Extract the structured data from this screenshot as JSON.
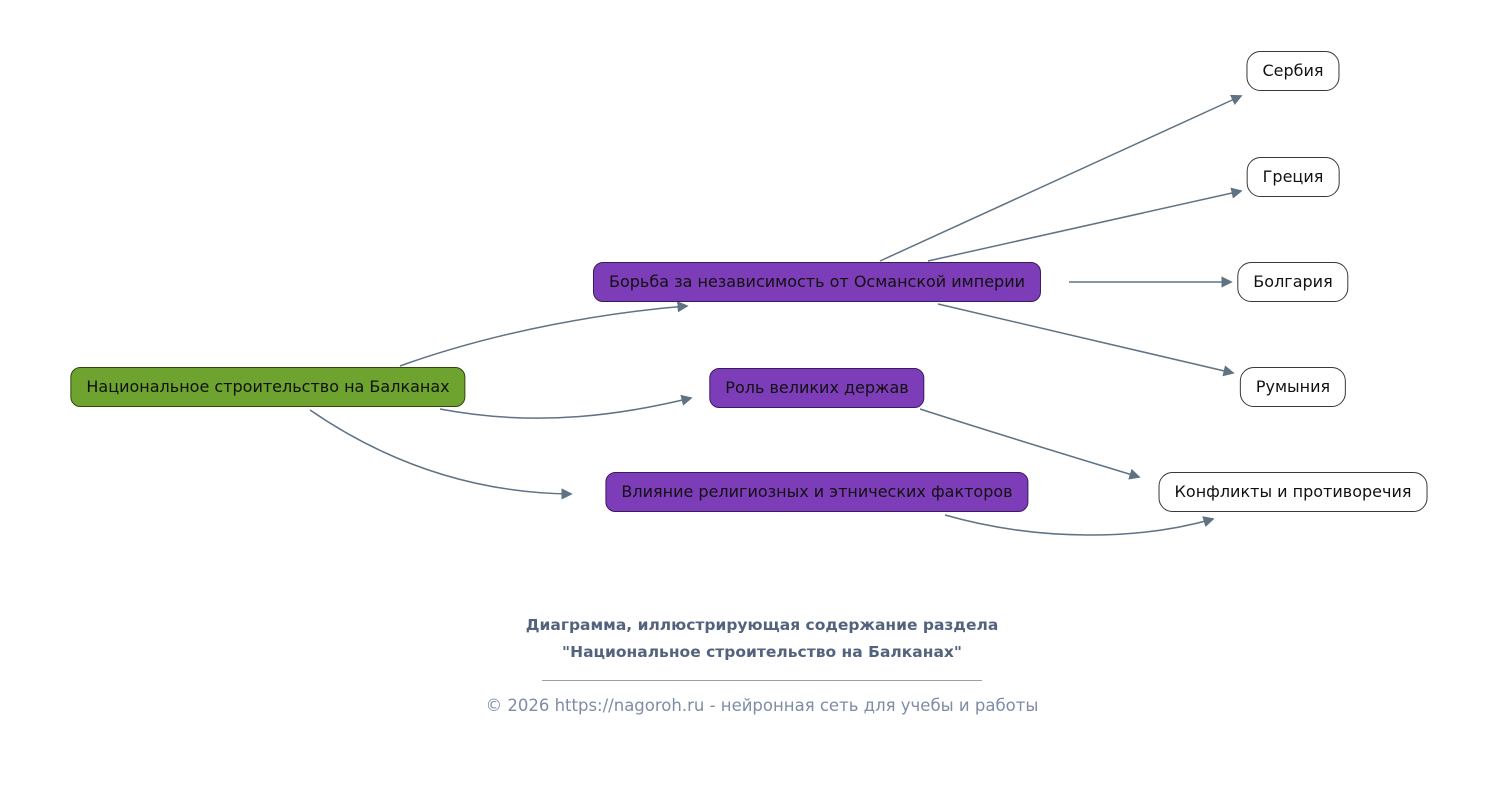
{
  "diagram": {
    "root": {
      "id": "root",
      "label": "Национальное строительство на Балканах"
    },
    "branches": [
      {
        "id": "branch1",
        "label": "Борьба за независимость от Османской империи"
      },
      {
        "id": "branch2",
        "label": "Роль великих держав"
      },
      {
        "id": "branch3",
        "label": "Влияние религиозных и этнических факторов"
      }
    ],
    "leaves": [
      {
        "id": "leaf1",
        "label": "Сербия"
      },
      {
        "id": "leaf2",
        "label": "Греция"
      },
      {
        "id": "leaf3",
        "label": "Болгария"
      },
      {
        "id": "leaf4",
        "label": "Румыния"
      },
      {
        "id": "leaf5",
        "label": "Конфликты и противоречия"
      }
    ],
    "edges": [
      {
        "from": "root",
        "to": "branch1"
      },
      {
        "from": "root",
        "to": "branch2"
      },
      {
        "from": "root",
        "to": "branch3"
      },
      {
        "from": "branch1",
        "to": "leaf1"
      },
      {
        "from": "branch1",
        "to": "leaf2"
      },
      {
        "from": "branch1",
        "to": "leaf3"
      },
      {
        "from": "branch1",
        "to": "leaf4"
      },
      {
        "from": "branch2",
        "to": "leaf5"
      },
      {
        "from": "branch3",
        "to": "leaf5"
      }
    ],
    "colors": {
      "root_fill": "#6da32e",
      "branch_fill": "#7e3db8",
      "leaf_fill": "#ffffff",
      "edge": "#5f7384"
    }
  },
  "footer": {
    "caption_line1": "Диаграмма, иллюстрирующая содержание раздела",
    "caption_line2": "\"Национальное строительство на Балканах\"",
    "copyright": "© 2026 https://nagoroh.ru - нейронная сеть для учебы и работы"
  }
}
